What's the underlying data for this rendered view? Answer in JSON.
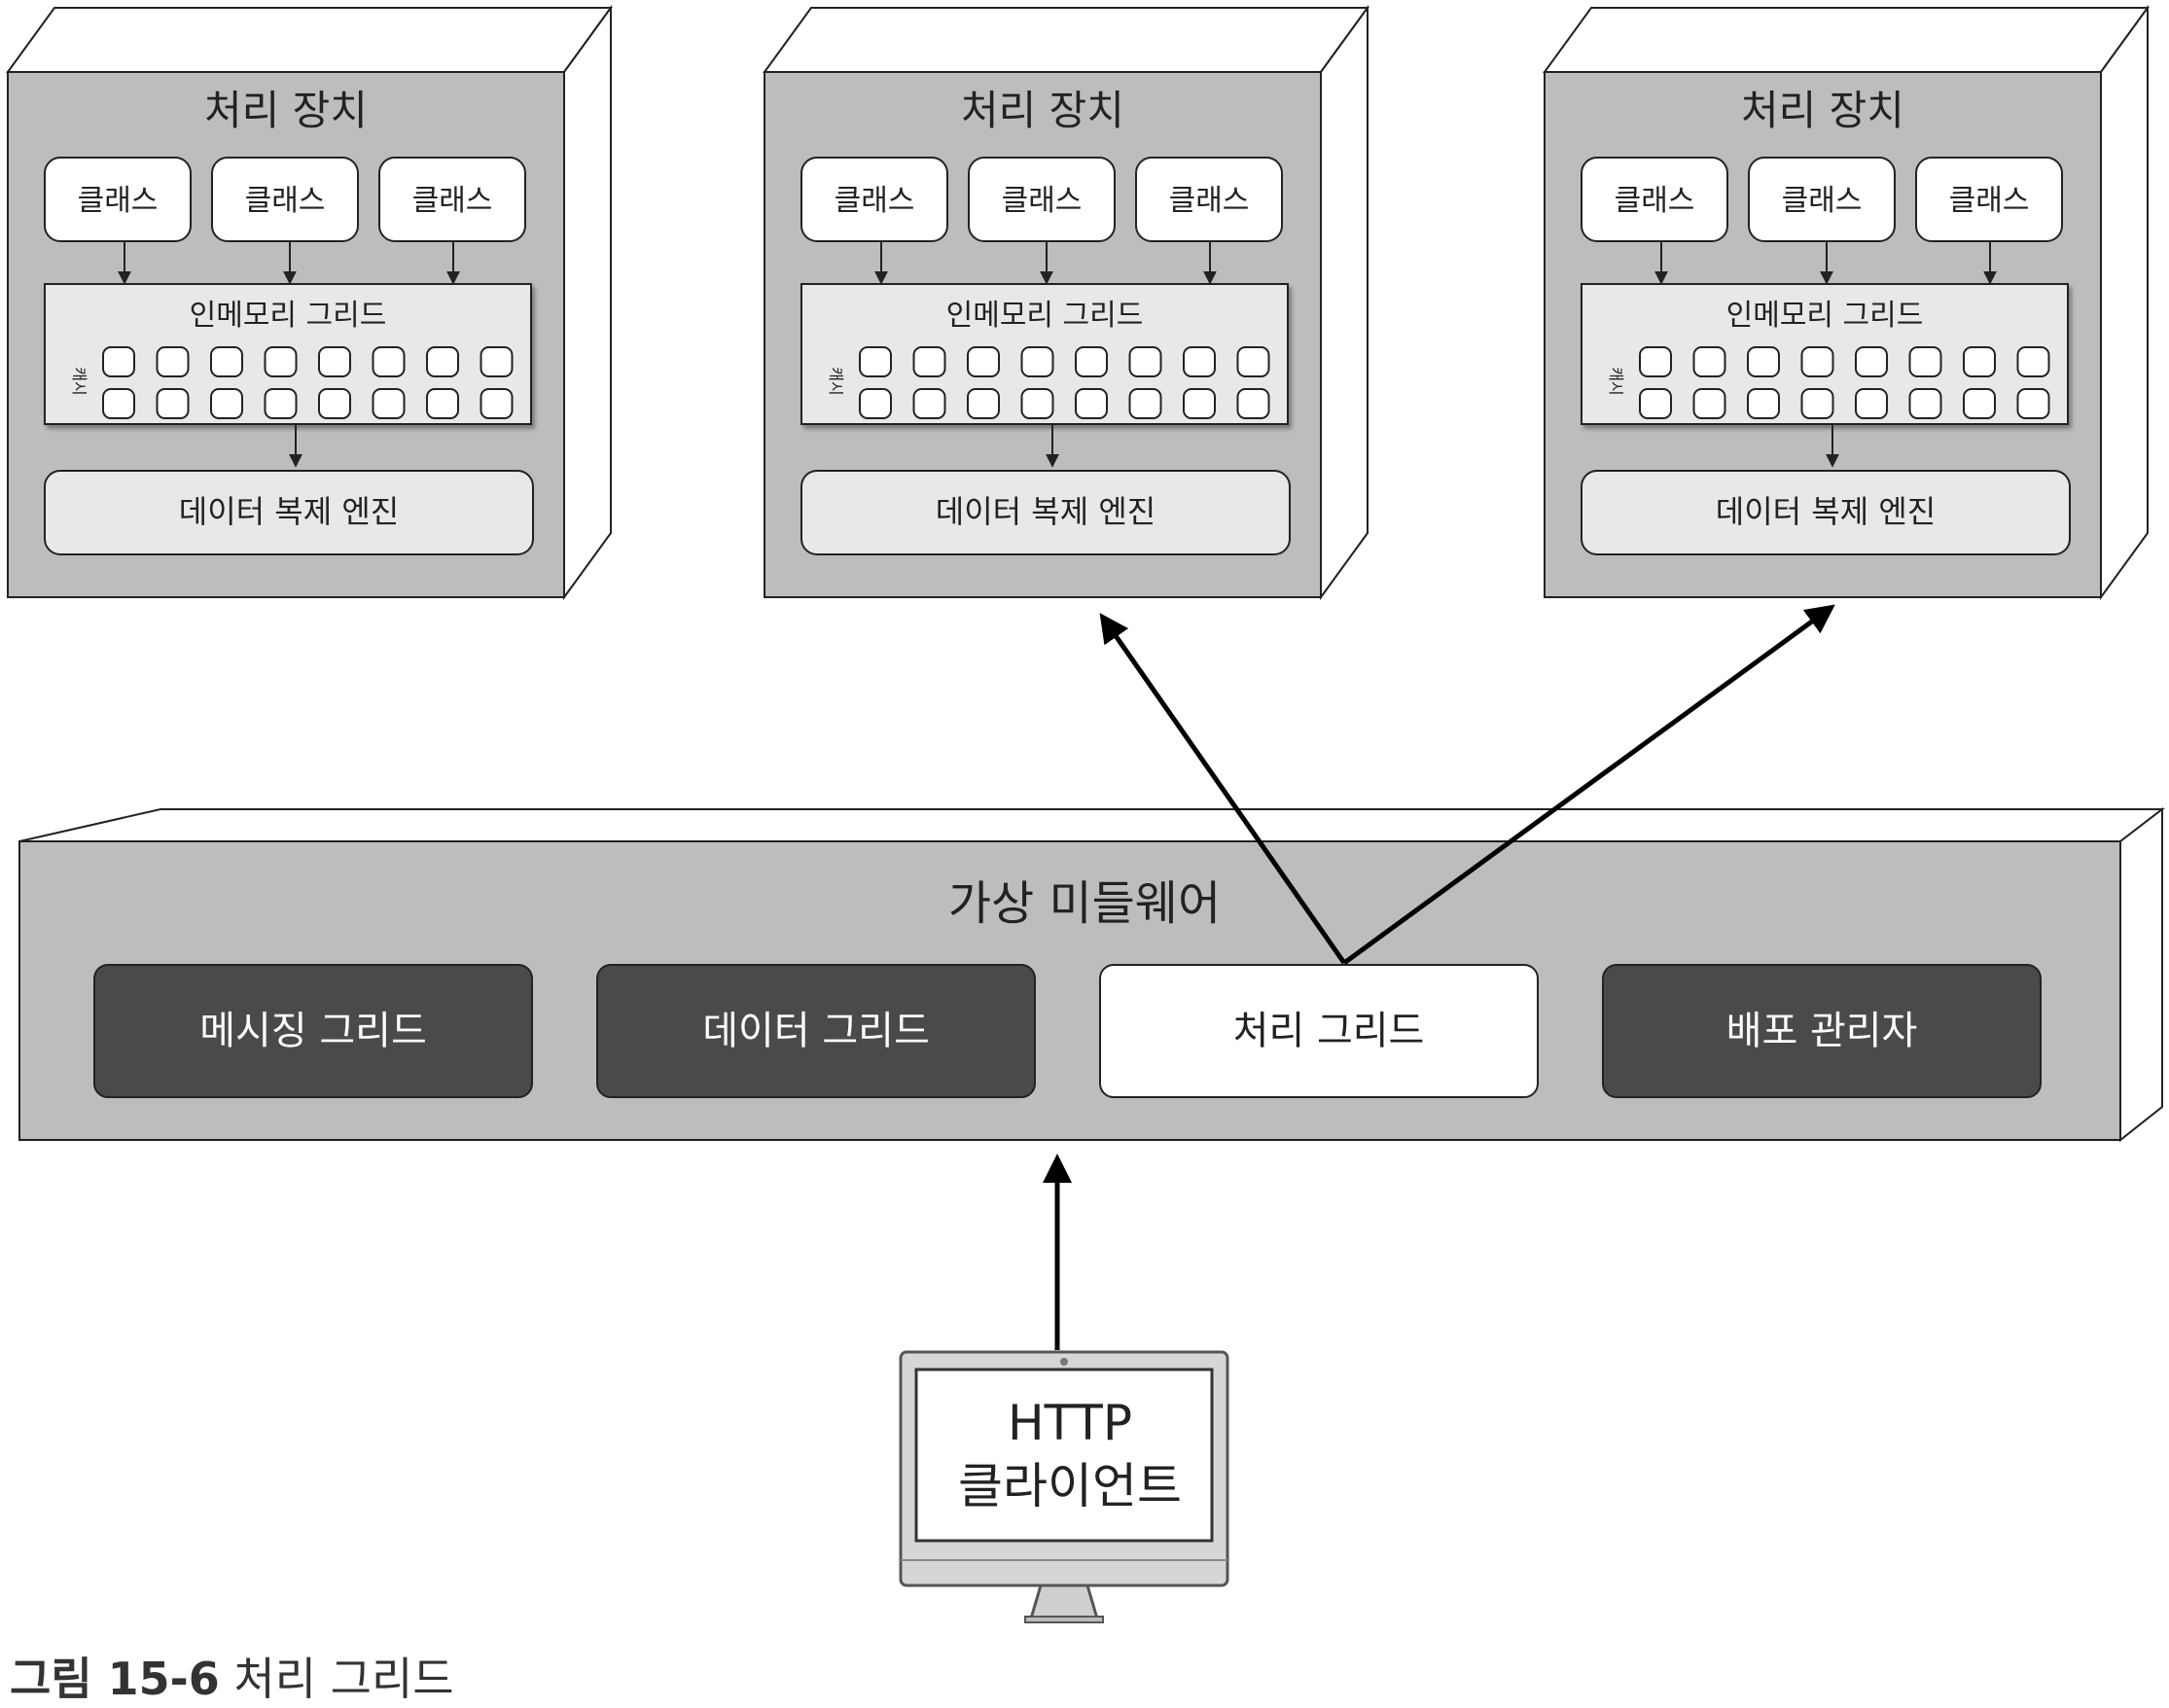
{
  "processing_unit": {
    "title": "처리 장치",
    "class_label": "클래스",
    "grid_label": "인메모리 그리드",
    "cache_label": "캐시",
    "replication_label": "데이터 복제 엔진"
  },
  "middleware": {
    "title": "가상 미들웨어",
    "components": [
      "메시징 그리드",
      "데이터 그리드",
      "처리 그리드",
      "배포 관리자"
    ]
  },
  "client": {
    "line1": "HTTP",
    "line2": "클라이언트"
  },
  "caption": {
    "number": "그림 15-6",
    "text": "처리 그리드"
  },
  "colors": {
    "unit_face": "#bdbdbd",
    "unit_side": "#ffffff",
    "panel_fill": "#e8e8e8",
    "dark_button": "#4a4a4a",
    "highlight_button": "#ffffff",
    "stroke": "#222222"
  }
}
